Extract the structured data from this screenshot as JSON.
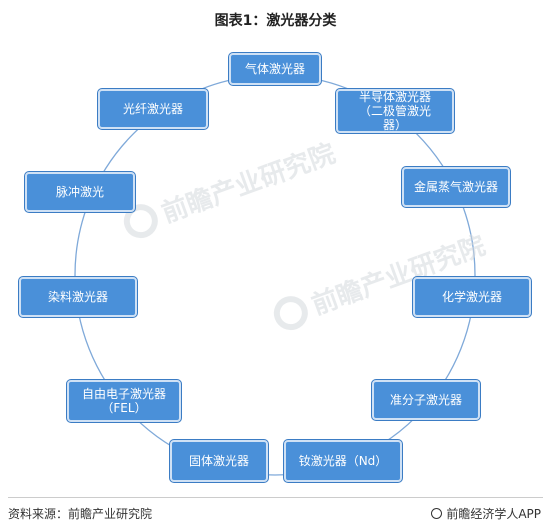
{
  "title": "图表1：激光器分类",
  "nodes": [
    {
      "id": "gas",
      "label": "气体激光器"
    },
    {
      "id": "semiconductor",
      "label": "半导体激光器\n（二极管激光\n器）"
    },
    {
      "id": "metal-vapor",
      "label": "金属蒸气激光器"
    },
    {
      "id": "chemical",
      "label": "化学激光器"
    },
    {
      "id": "excimer",
      "label": "准分子激光器"
    },
    {
      "id": "nd",
      "label": "钕激光器（Nd）"
    },
    {
      "id": "solid",
      "label": "固体激光器"
    },
    {
      "id": "fel",
      "label": "自由电子激光器\n（FEL）"
    },
    {
      "id": "dye",
      "label": "染料激光器"
    },
    {
      "id": "pulse",
      "label": "脉冲激光"
    },
    {
      "id": "fiber",
      "label": "光纤激光器"
    }
  ],
  "watermark": "前瞻产业研究院",
  "footer": {
    "source": "资料来源：前瞻产业研究院",
    "brand": "前瞻经济学人APP"
  },
  "colors": {
    "node_fill": "#4a90d9",
    "ring": "#7fa9d9"
  }
}
